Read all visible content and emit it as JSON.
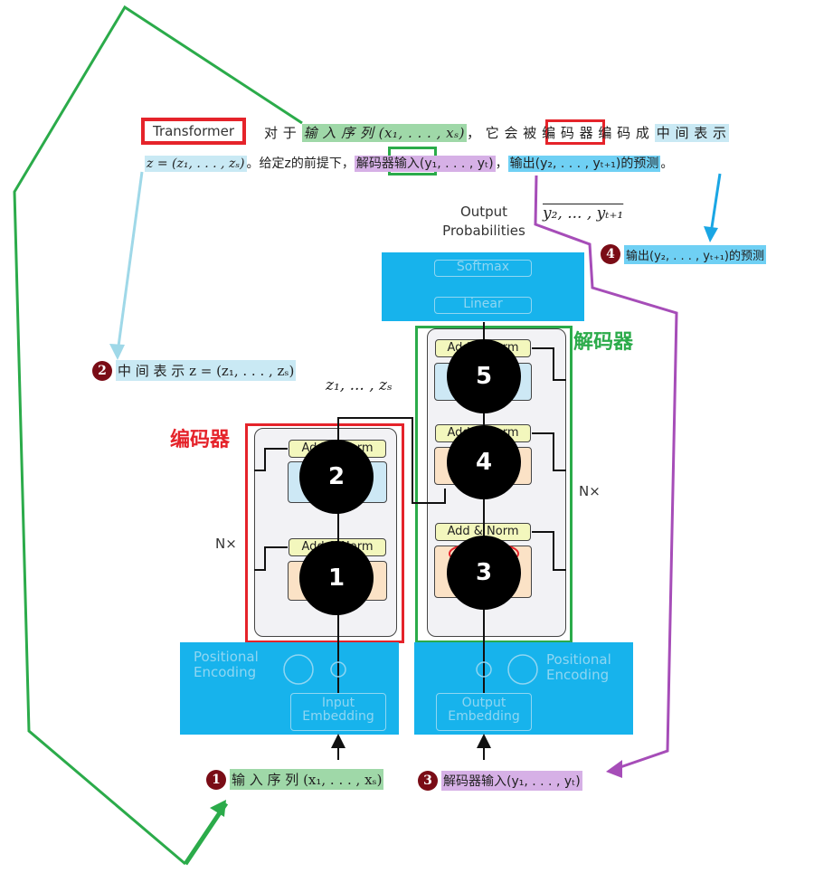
{
  "header": {
    "transformer": "Transformer",
    "line1_a": "对 于 ",
    "line1_input_seq": "输 入 序 列 (x₁, . . . , xₛ)",
    "line1_b": "，  它 会 被 ",
    "line1_encoder": "编 码 器",
    "line1_c": " 编 码 成 ",
    "line1_intermediate": "中 间 表 示",
    "line2_z": "z = (z₁, . . . , zₛ)",
    "line2_a": "。给定z的前提下，",
    "line2_decoder_input": "解码器输入(y₁, . . . , yₜ)",
    "line2_b": "，",
    "line2_output": "输出(y₂, . . . , yₜ₊₁)的预测",
    "line2_c": "。"
  },
  "labels": {
    "l1_num": "1",
    "l1_text": "输 入 序 列 (x₁, . . . , xₛ)",
    "l2_num": "2",
    "l2_text": "中 间 表 示 z = (z₁, . . . , zₛ)",
    "l3_num": "3",
    "l3_text": "解码器输入(y₁, . . . , yₜ)",
    "l4_num": "4",
    "l4_text": "输出(y₂, . . . , yₜ₊₁)的预测"
  },
  "diagram": {
    "output_prob": "Output\nProbabilities",
    "y_hat": "y₂, ... , yₜ₊₁",
    "z_seq": "z₁, ... , zₛ",
    "encoder_cn": "编码器",
    "decoder_cn": "解码器",
    "nx_left": "N×",
    "nx_right": "N×",
    "softmax": "Softmax",
    "linear": "Linear",
    "add_norm": "Add & Norm",
    "pos_enc_left": "Positional\nEncoding",
    "pos_enc_right": "Positional\nEncoding",
    "input_embedding": "Input\nEmbedding",
    "output_embedding": "Output\nEmbedding",
    "circles": [
      "1",
      "2",
      "3",
      "4",
      "5"
    ]
  },
  "colors": {
    "red": "#e5232a",
    "green": "#2bab4a",
    "purple": "#a64db8",
    "sky": "#17b3ec",
    "light_blue": "#8fd6f2",
    "badge": "#7a0c16"
  }
}
